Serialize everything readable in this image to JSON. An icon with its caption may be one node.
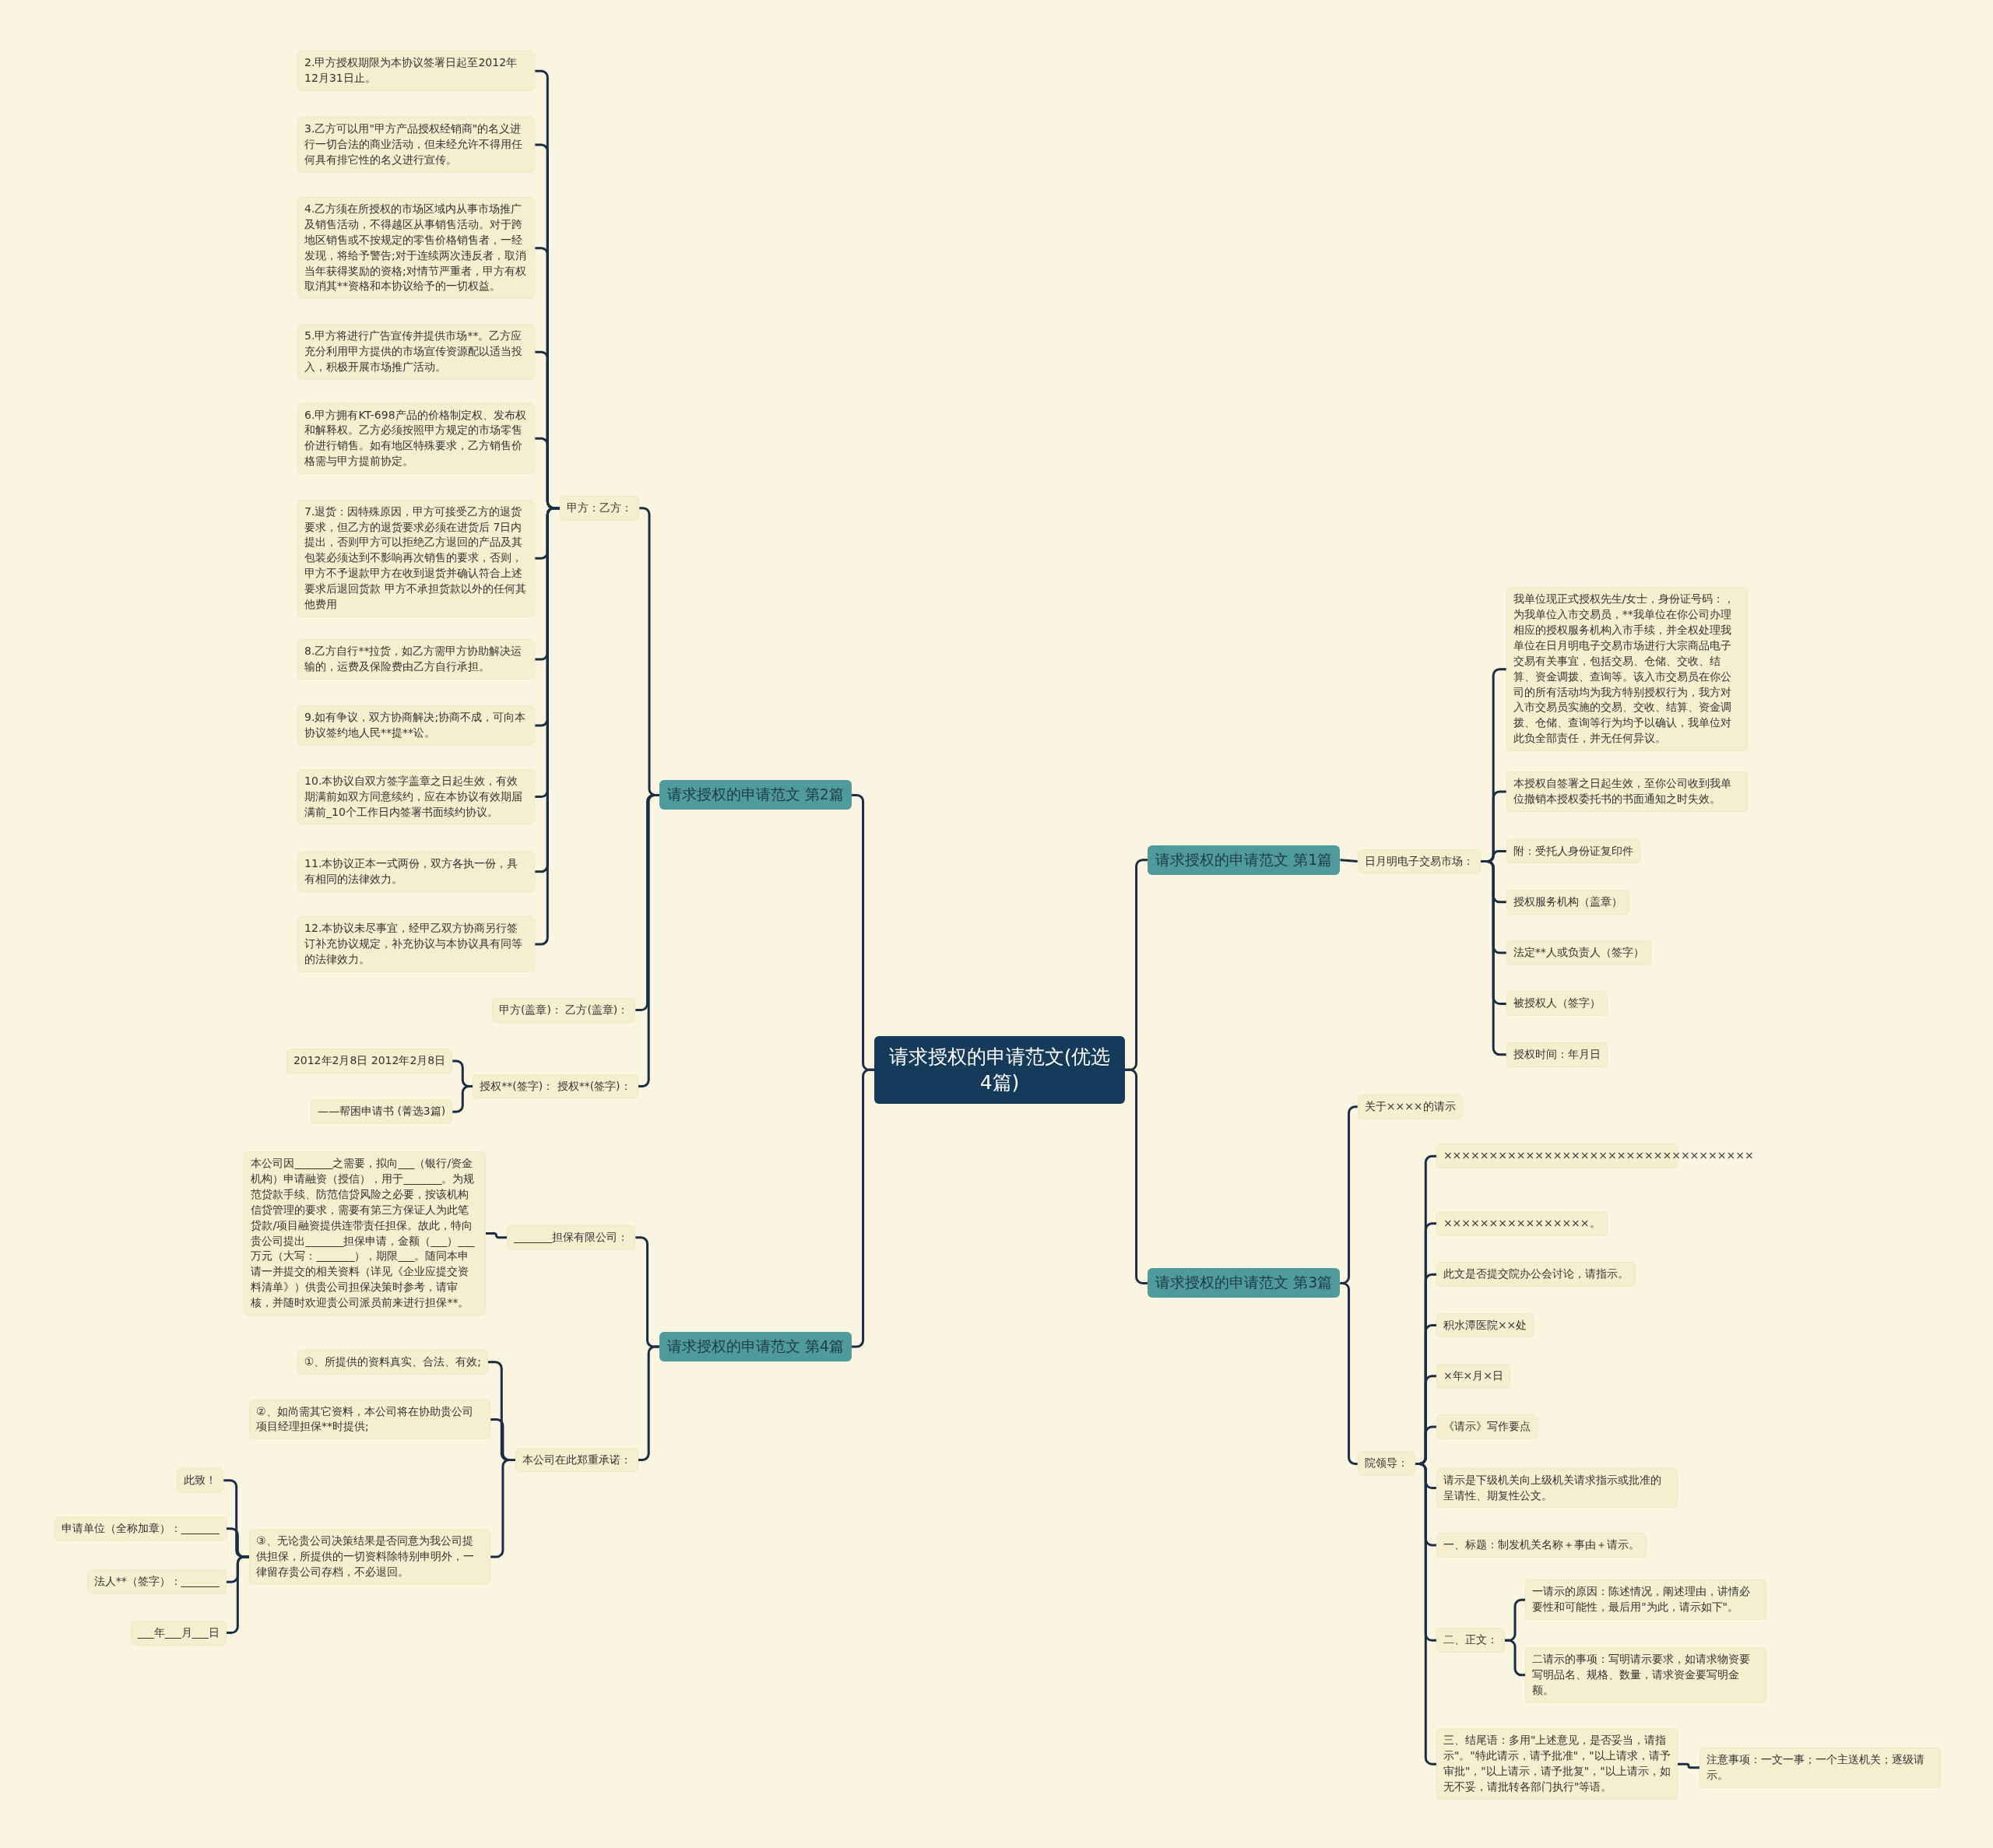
{
  "diagram": {
    "nodes": [
      {
        "text": [
          "请求授权的申请范文(优选4篇)"
        ]
      },
      {
        "text": [
          "请求授权的申请范文 第2篇"
        ]
      },
      {
        "text": [
          "甲方：乙方："
        ]
      },
      {
        "text": [
          "2.甲方授权期限为本协议签署日起至2012年12月31日止。"
        ]
      },
      {
        "text": [
          "3.乙方可以用\"甲方产品授权经销商\"的名义进行一切合法的商业活动，但未经允许不得用任何具有排它性的名义进行宣传。"
        ]
      },
      {
        "text": [
          "4.乙方须在所授权的市场区域内从事市场推广及销售活动，不得越区从事销售活动。对于跨地区销售或不按规定的零售价格销售者，一经发现，将给予警告;对于连续两次违反者，取消当年获得奖励的资格;对情节严重者，甲方有权取消其**资格和本协议给予的一切权益。"
        ]
      },
      {
        "text": [
          "5.甲方将进行广告宣传并提供市场**。乙方应充分利用甲方提供的市场宣传资源配以适当投入，积极开展市场推广活动。"
        ]
      },
      {
        "text": [
          "6.甲方拥有KT-698产品的价格制定权、发布权和解释权。乙方必须按照甲方规定的市场零售价进行销售。如有地区特殊要求，乙方销售价格需与甲方提前协定。"
        ]
      },
      {
        "text": [
          "7.退货：因特殊原因，甲方可接受乙方的退货要求，但乙方的退货要求必须在进货后 7日内提出，否则甲方可以拒绝乙方退回的产品及其包装必须达到不影响再次销售的要求，否则，甲方不予退款甲方在收到退货并确认符合上述要求后退回货款 甲方不承担货款以外的任何其他费用"
        ]
      },
      {
        "text": [
          "8.乙方自行**拉货，如乙方需甲方协助解决运输的，运费及保险费由乙方自行承担。"
        ]
      },
      {
        "text": [
          "9.如有争议，双方协商解决;协商不成，可向本协议签约地人民**提**讼。"
        ]
      },
      {
        "text": [
          "10.本协议自双方签字盖章之日起生效，有效期满前如双方同意续约，应在本协议有效期届满前_10个工作日内签署书面续约协议。"
        ]
      },
      {
        "text": [
          "11.本协议正本一式两份，双方各执一份，具有相同的法律效力。"
        ]
      },
      {
        "text": [
          "12.本协议未尽事宜，经甲乙双方协商另行签订补充协议规定，补充协议与本协议具有同等的法律效力。"
        ]
      },
      {
        "text": [
          "甲方(盖章)： 乙方(盖章)："
        ]
      },
      {
        "text": [
          "授权**(签字)： 授权**(签字)："
        ]
      },
      {
        "text": [
          "2012年2月8日 2012年2月8日"
        ]
      },
      {
        "text": [
          "——帮困申请书 (菁选3篇)"
        ]
      },
      {
        "text": [
          "请求授权的申请范文 第4篇"
        ]
      },
      {
        "text": [
          "_______担保有限公司："
        ]
      },
      {
        "text": [
          "本公司因_______之需要，拟向___（银行/资金机构）申请融资（授信），用于_______。为规范贷款手续、防范信贷风险之必要，按该机构信贷管理的要求，需要有第三方保证人为此笔贷款/项目融资提供连带责任担保。故此，特向贵公司提出_______担保申请，金额（___）___万元（大写：_______），期限___。随同本申请一并提交的相关资料（详见《企业应提交资料清单》）供贵公司担保决策时参考，请审核，并随时欢迎贵公司派员前来进行担保**。"
        ]
      },
      {
        "text": [
          "本公司在此郑重承诺："
        ]
      },
      {
        "text": [
          "①、所提供的资料真实、合法、有效;"
        ]
      },
      {
        "text": [
          "②、如尚需其它资料，本公司将在协助贵公司项目经理担保**时提供;"
        ]
      },
      {
        "text": [
          "③、无论贵公司决策结果是否同意为我公司提供担保，所提供的一切资料除特别申明外，一律留存贵公司存档，不必退回。"
        ]
      },
      {
        "text": [
          "此致！"
        ]
      },
      {
        "text": [
          "申请单位（全称加章）：_______"
        ]
      },
      {
        "text": [
          "法人**（签字）：_______"
        ]
      },
      {
        "text": [
          "___年___月___日"
        ]
      },
      {
        "text": [
          "请求授权的申请范文 第1篇"
        ]
      },
      {
        "text": [
          "日月明电子交易市场："
        ]
      },
      {
        "text": [
          "我单位现正式授权先生/女士，身份证号码：，为我单位入市交易员，**我单位在你公司办理相应的授权服务机构入市手续，并全权处理我单位在日月明电子交易市场进行大宗商品电子交易有关事宜，包括交易、仓储、交收、结算、资金调拨、查询等。该入市交易员在你公司的所有活动均为我方特别授权行为，我方对入市交易员实施的交易、交收、结算、资金调拨、仓储、查询等行为均予以确认，我单位对此负全部责任，并无任何异议。"
        ]
      },
      {
        "text": [
          "本授权自签署之日起生效，至你公司收到我单位撤销本授权委托书的书面通知之时失效。"
        ]
      },
      {
        "text": [
          "附：受托人身份证复印件"
        ]
      },
      {
        "text": [
          "授权服务机构（盖章）"
        ]
      },
      {
        "text": [
          "法定**人或负责人（签字）"
        ]
      },
      {
        "text": [
          "被授权人（签字）"
        ]
      },
      {
        "text": [
          "授权时间：年月日"
        ]
      },
      {
        "text": [
          "请求授权的申请范文 第3篇"
        ]
      },
      {
        "text": [
          "关于××××的请示"
        ]
      },
      {
        "text": [
          "院领导："
        ]
      },
      {
        "text": [
          "××××××××××××××××××××××××××××××××××"
        ]
      },
      {
        "text": [
          "××××××××××××××××。"
        ]
      },
      {
        "text": [
          "此文是否提交院办公会讨论，请指示。"
        ]
      },
      {
        "text": [
          "积水潭医院××处"
        ]
      },
      {
        "text": [
          "×年×月×日"
        ]
      },
      {
        "text": [
          "《请示》写作要点"
        ]
      },
      {
        "text": [
          "请示是下级机关向上级机关请求指示或批准的呈请性、期复性公文。"
        ]
      },
      {
        "text": [
          "一、标题：制发机关名称＋事由＋请示。"
        ]
      },
      {
        "text": [
          "二、正文："
        ]
      },
      {
        "text": [
          "一请示的原因：陈述情况，阐述理由，讲情必要性和可能性，最后用\"为此，请示如下\"。"
        ]
      },
      {
        "text": [
          "二请示的事项：写明请示要求，如请求物资要写明品名、规格、数量，请求资金要写明金额。"
        ]
      },
      {
        "text": [
          "三、结尾语：多用\"上述意见，是否妥当，请指示\"。\"特此请示，请予批准\"，\"以上请求，请予审批\"，\"以上请示，请予批复\"，\"以上请示，如无不妥，请批转各部门执行\"等语。"
        ]
      },
      {
        "text": [
          "注意事项：一文一事；一个主送机关；逐级请示。"
        ]
      }
    ],
    "edges": [
      {
        "from": 0,
        "to": 1,
        "arrow": "none"
      },
      {
        "from": 0,
        "to": 18,
        "arrow": "none"
      },
      {
        "from": 0,
        "to": 29,
        "arrow": "none"
      },
      {
        "from": 0,
        "to": 38,
        "arrow": "none"
      },
      {
        "from": 1,
        "to": 2,
        "arrow": "none"
      },
      {
        "from": 1,
        "to": 14,
        "arrow": "none"
      },
      {
        "from": 1,
        "to": 15,
        "arrow": "none"
      },
      {
        "from": 2,
        "to": 3,
        "arrow": "none"
      },
      {
        "from": 2,
        "to": 4,
        "arrow": "none"
      },
      {
        "from": 2,
        "to": 5,
        "arrow": "none"
      },
      {
        "from": 2,
        "to": 6,
        "arrow": "none"
      },
      {
        "from": 2,
        "to": 7,
        "arrow": "none"
      },
      {
        "from": 2,
        "to": 8,
        "arrow": "none"
      },
      {
        "from": 2,
        "to": 9,
        "arrow": "none"
      },
      {
        "from": 2,
        "to": 10,
        "arrow": "none"
      },
      {
        "from": 2,
        "to": 11,
        "arrow": "none"
      },
      {
        "from": 2,
        "to": 12,
        "arrow": "none"
      },
      {
        "from": 2,
        "to": 13,
        "arrow": "none"
      },
      {
        "from": 15,
        "to": 16,
        "arrow": "none"
      },
      {
        "from": 15,
        "to": 17,
        "arrow": "none"
      },
      {
        "from": 18,
        "to": 19,
        "arrow": "none"
      },
      {
        "from": 18,
        "to": 21,
        "arrow": "none"
      },
      {
        "from": 19,
        "to": 20,
        "arrow": "none"
      },
      {
        "from": 21,
        "to": 22,
        "arrow": "none"
      },
      {
        "from": 21,
        "to": 23,
        "arrow": "none"
      },
      {
        "from": 21,
        "to": 24,
        "arrow": "none"
      },
      {
        "from": 24,
        "to": 25,
        "arrow": "none"
      },
      {
        "from": 24,
        "to": 26,
        "arrow": "none"
      },
      {
        "from": 24,
        "to": 27,
        "arrow": "none"
      },
      {
        "from": 24,
        "to": 28,
        "arrow": "none"
      },
      {
        "from": 29,
        "to": 30,
        "arrow": "none"
      },
      {
        "from": 30,
        "to": 31,
        "arrow": "none"
      },
      {
        "from": 30,
        "to": 32,
        "arrow": "none"
      },
      {
        "from": 30,
        "to": 33,
        "arrow": "none"
      },
      {
        "from": 30,
        "to": 34,
        "arrow": "none"
      },
      {
        "from": 30,
        "to": 35,
        "arrow": "none"
      },
      {
        "from": 30,
        "to": 36,
        "arrow": "none"
      },
      {
        "from": 30,
        "to": 37,
        "arrow": "none"
      },
      {
        "from": 38,
        "to": 39,
        "arrow": "none"
      },
      {
        "from": 38,
        "to": 40,
        "arrow": "none"
      },
      {
        "from": 40,
        "to": 41,
        "arrow": "none"
      },
      {
        "from": 40,
        "to": 42,
        "arrow": "none"
      },
      {
        "from": 40,
        "to": 43,
        "arrow": "none"
      },
      {
        "from": 40,
        "to": 44,
        "arrow": "none"
      },
      {
        "from": 40,
        "to": 45,
        "arrow": "none"
      },
      {
        "from": 40,
        "to": 46,
        "arrow": "none"
      },
      {
        "from": 40,
        "to": 47,
        "arrow": "none"
      },
      {
        "from": 40,
        "to": 48,
        "arrow": "none"
      },
      {
        "from": 40,
        "to": 49,
        "arrow": "none"
      },
      {
        "from": 40,
        "to": 52,
        "arrow": "none"
      },
      {
        "from": 49,
        "to": 50,
        "arrow": "none"
      },
      {
        "from": 49,
        "to": 51,
        "arrow": "none"
      },
      {
        "from": 52,
        "to": 53,
        "arrow": "none"
      }
    ]
  }
}
